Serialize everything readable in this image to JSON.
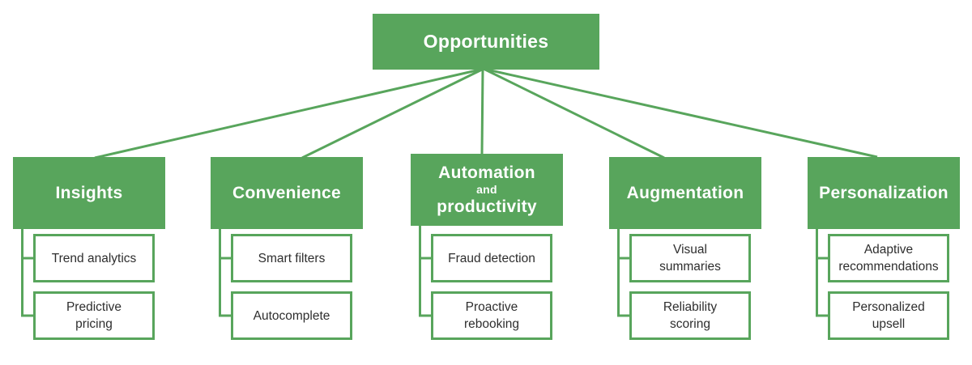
{
  "colors": {
    "accent_green": "#58A55C",
    "node_text_light": "#FFFFFF",
    "child_text": "#2E2E2E",
    "background": "#FFFFFF"
  },
  "root": {
    "label": "Opportunities"
  },
  "branches": [
    {
      "title": "Insights",
      "children": [
        "Trend analytics",
        "Predictive\npricing"
      ]
    },
    {
      "title": "Convenience",
      "children": [
        "Smart filters",
        "Autocomplete"
      ]
    },
    {
      "title": "Automation and productivity",
      "title_lines": {
        "top": "Automation",
        "middle": "and",
        "bottom": "productivity"
      },
      "children": [
        "Fraud detection",
        "Proactive\nrebooking"
      ]
    },
    {
      "title": "Augmentation",
      "children": [
        "Visual\nsummaries",
        "Reliability\nscoring"
      ]
    },
    {
      "title": "Personalization",
      "children": [
        "Adaptive\nrecommendations",
        "Personalized\nupsell"
      ]
    }
  ]
}
